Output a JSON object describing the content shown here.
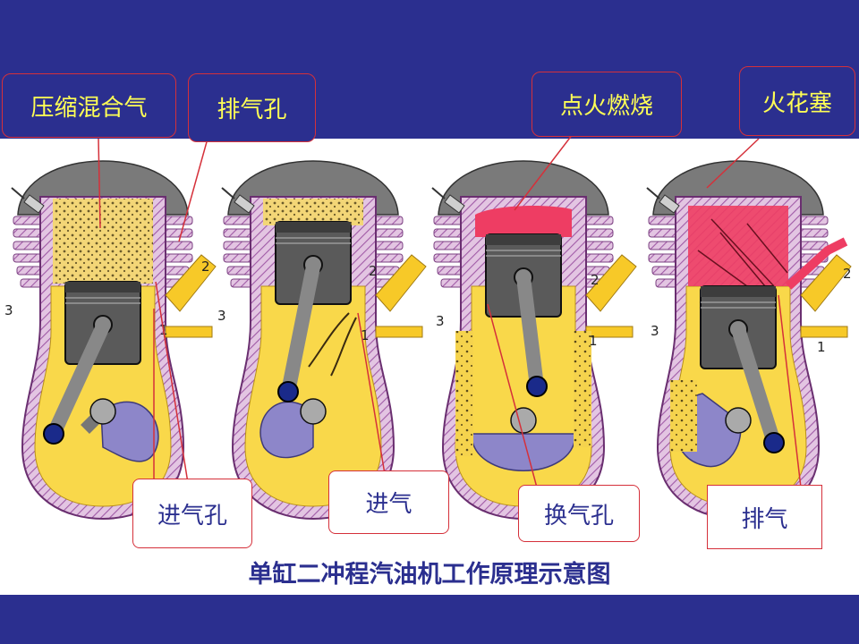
{
  "labels": {
    "compressed_mixture": "压缩混合气",
    "exhaust_port": "排气孔",
    "ignition_combustion": "点火燃烧",
    "spark_plug": "火花塞",
    "intake_port": "进气孔",
    "intake": "进气",
    "transfer_port": "换气孔",
    "exhaust": "排气"
  },
  "part_numbers": [
    "1",
    "2",
    "3"
  ],
  "caption": "单缸二冲程汽油机工作原理示意图",
  "colors": {
    "band": "#2b2f8f",
    "label_text_dark": "#ffff55",
    "label_text_light": "#2b2f8f",
    "callout_border": "#d5303a",
    "crankcase_fill": "#f9d84a",
    "wall_hatch": "#b57ab8",
    "cylinder_head": "#777777",
    "combustion": "#ee3d63",
    "flywheel": "#8d86c9"
  }
}
